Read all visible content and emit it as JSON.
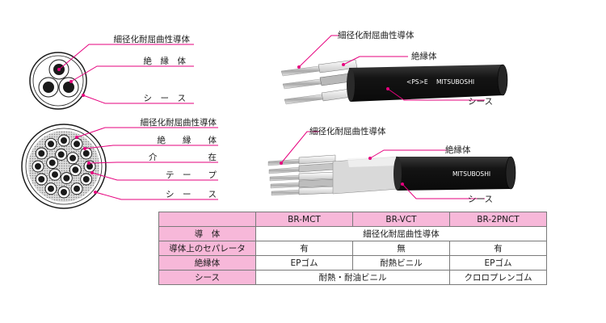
{
  "diagram1": {
    "labels": [
      "細径化耐屈曲性導体",
      "絶　縁　体",
      "シ　ー　ス"
    ]
  },
  "diagram2": {
    "labels": [
      "細径化耐屈曲性導体",
      "絶　　縁　　体",
      "介　　　　　　在",
      "テ　ー　　プ",
      "シ　ー　　ス"
    ]
  },
  "cable1": {
    "labels": [
      "細径化耐屈曲性導体",
      "絶縁体",
      "シース"
    ],
    "print_mark": "<PS>E",
    "print_brand": "MITSUBOSHI"
  },
  "cable2": {
    "labels": [
      "細径化耐屈曲性導体",
      "絶縁体",
      "シース"
    ],
    "print_brand": "MITSUBOSHI"
  },
  "table": {
    "columns": [
      "BR-MCT",
      "BR-VCT",
      "BR-2PNCT"
    ],
    "rows": [
      {
        "label": "導　体",
        "cells": [
          "細径化耐屈曲性導体"
        ]
      },
      {
        "label": "導体上のセパレータ",
        "cells": [
          "有",
          "無",
          "有"
        ]
      },
      {
        "label": "絶縁体",
        "cells": [
          "EPゴム",
          "耐熱ビニル",
          "EPゴム"
        ]
      },
      {
        "label": "シース",
        "cells": [
          "耐熱・耐油ビニル",
          "クロロプレンゴム"
        ]
      }
    ]
  },
  "colors": {
    "accent": "#e6007e",
    "table_header": "#f7b8d9",
    "cable_jacket": "#141414"
  }
}
